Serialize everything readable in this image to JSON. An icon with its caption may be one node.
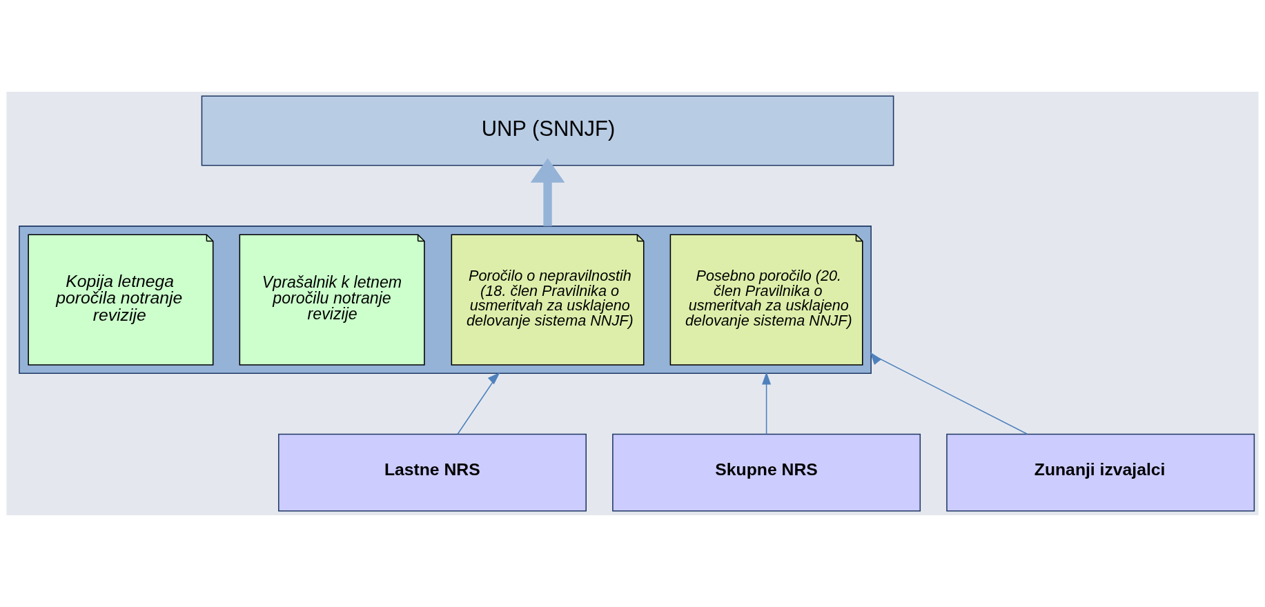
{
  "diagram": {
    "nodes": [
      {
        "text": [
          "UNP (SNNJF)"
        ]
      },
      {
        "text": [],
        "shape": "box"
      },
      {
        "text": [
          "Kopija letnega poročila notranje revizije"
        ],
        "in": 1
      },
      {
        "text": [
          "Vprašalnik k letnem poročilu notranje revizije"
        ],
        "in": 1
      },
      {
        "text": [
          "Poročilo o nepravilnostih (18. člen Pravilnika o usmeritvah za usklajeno delovanje sistema NNJF)"
        ],
        "in": 1
      },
      {
        "text": [
          "Posebno poročilo (20. člen Pravilnika o usmeritvah za usklajeno delovanje sistema NNJF)"
        ],
        "in": 1
      },
      {
        "text": [
          "Lastne NRS"
        ]
      },
      {
        "text": [
          "Skupne NRS"
        ]
      },
      {
        "text": [
          "Zunanji izvajalci"
        ]
      }
    ],
    "edges": [
      {
        "from": 1,
        "to": 0,
        "arrow": "to",
        "style": "thick"
      },
      {
        "from": 6,
        "to": 1,
        "arrow": "to"
      },
      {
        "from": 7,
        "to": 1,
        "arrow": "to"
      },
      {
        "from": 8,
        "to": 1,
        "arrow": "to"
      }
    ]
  }
}
